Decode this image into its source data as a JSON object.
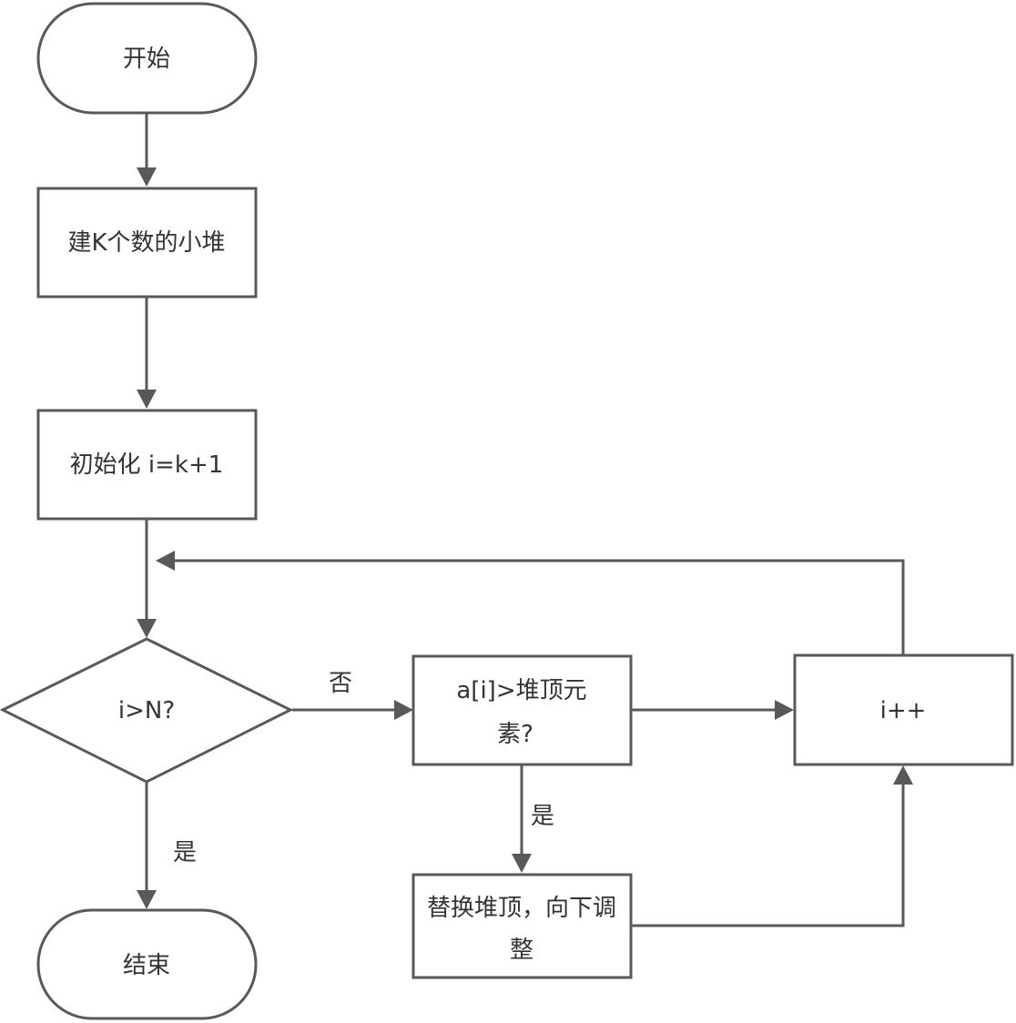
{
  "nodes": {
    "start": {
      "label": "开始"
    },
    "build_heap": {
      "label": "建K个数的小堆"
    },
    "init": {
      "label": "初始化 i=k+1"
    },
    "condition": {
      "label": "i>N?"
    },
    "compare": {
      "label_line1": "a[i]>堆顶元",
      "label_line2": "素?"
    },
    "increment": {
      "label": "i++"
    },
    "replace": {
      "label_line1": "替换堆顶，向下调",
      "label_line2": "整"
    },
    "end": {
      "label": "结束"
    }
  },
  "edges": {
    "condition_no": {
      "label": "否"
    },
    "condition_yes": {
      "label": "是"
    },
    "compare_yes": {
      "label": "是"
    }
  }
}
